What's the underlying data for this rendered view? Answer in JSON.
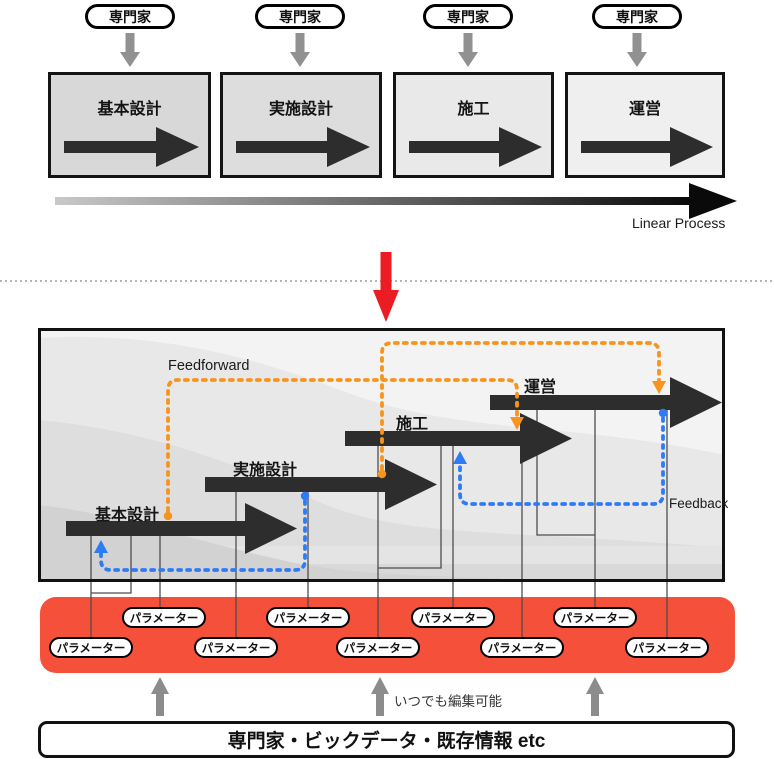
{
  "linear": {
    "experts": [
      {
        "label": "専門家"
      },
      {
        "label": "専門家"
      },
      {
        "label": "専門家"
      },
      {
        "label": "専門家"
      }
    ],
    "stages": [
      "基本設計",
      "実施設計",
      "施工",
      "運営"
    ],
    "axis_label": "Linear Process"
  },
  "integrated": {
    "stages": [
      "基本設計",
      "実施設計",
      "施工",
      "運営"
    ],
    "feedforward_label": "Feedforward",
    "feedback_label": "Feedback",
    "parameters": {
      "top": [
        "パラメーター",
        "パラメーター",
        "パラメーター",
        "パラメーター"
      ],
      "bottom": [
        "パラメーター",
        "パラメーター",
        "パラメーター",
        "パラメーター",
        "パラメーター"
      ]
    },
    "edit_note": "いつでも編集可能",
    "source_label": "専門家・ビックデータ・既存情報 etc"
  },
  "colors": {
    "feedforward": "#F7941E",
    "feedback": "#2E7BF6",
    "transition_arrow": "#EC1C24",
    "parameter_panel": "#F4503A"
  }
}
